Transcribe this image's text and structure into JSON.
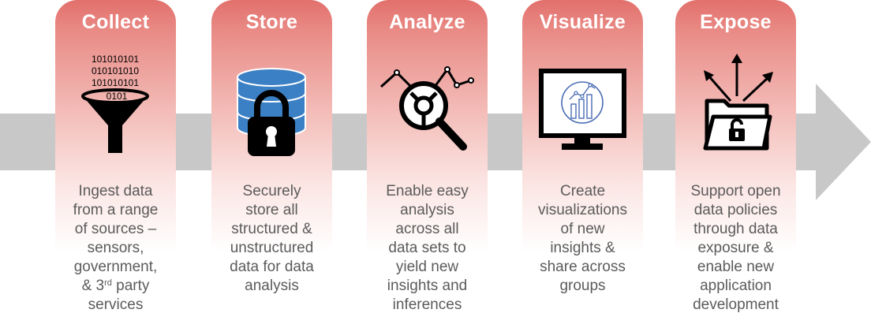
{
  "steps": [
    {
      "title": "Collect",
      "icon": "funnel-icon",
      "binary": [
        "101010101",
        "010101010",
        "101010101",
        "0101"
      ],
      "description": [
        "Ingest data",
        "from a range",
        "of sources –",
        "sensors,",
        "government,"
      ],
      "description_tail": {
        "prefix": "& 3",
        "sup": "rd",
        "suffix": " party",
        "last": "services"
      }
    },
    {
      "title": "Store",
      "icon": "database-lock-icon",
      "description": [
        "Securely",
        "store all",
        "structured &",
        "unstructured",
        "data for data",
        "analysis"
      ]
    },
    {
      "title": "Analyze",
      "icon": "magnifier-analysis-icon",
      "description": [
        "Enable easy",
        "analysis",
        "across all",
        "data sets to",
        "yield new",
        "insights and",
        "inferences"
      ]
    },
    {
      "title": "Visualize",
      "icon": "monitor-chart-icon",
      "description": [
        "Create",
        "visualizations",
        "of new",
        "insights &",
        "share across",
        "groups"
      ]
    },
    {
      "title": "Expose",
      "icon": "open-folder-lock-icon",
      "description": [
        "Support open",
        "data policies",
        "through data",
        "exposure &",
        "enable new",
        "application",
        "development"
      ]
    }
  ],
  "colors": {
    "card_top": "#e2706c",
    "arrow": "#c8c8c8",
    "text": "#5b5b5b",
    "db_blue": "#3b7fc4"
  }
}
